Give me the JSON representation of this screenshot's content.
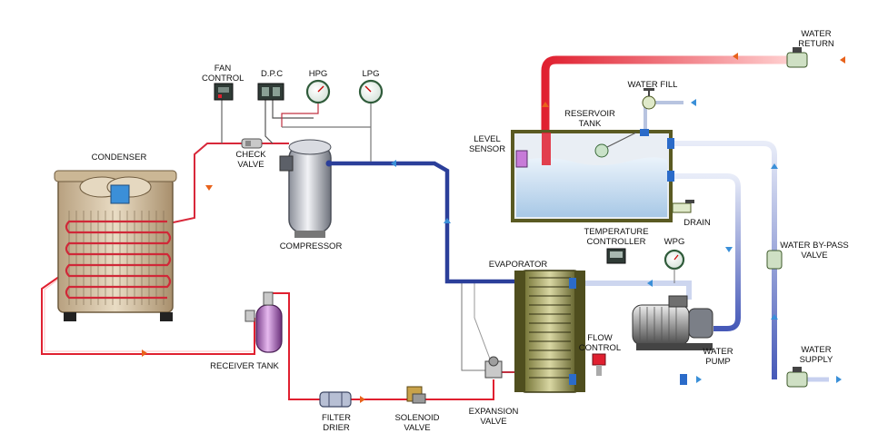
{
  "labels": {
    "fan_control": [
      "FAN",
      "CONTROL"
    ],
    "dpc": "D.P.C",
    "hpg": "HPG",
    "lpg": "LPG",
    "condenser": "CONDENSER",
    "check_valve": [
      "CHECK",
      "VALVE"
    ],
    "compressor": "COMPRESSOR",
    "receiver_tank": "RECEIVER TANK",
    "filter_drier": [
      "FILTER",
      "DRIER"
    ],
    "solenoid_valve": [
      "SOLENOID",
      "VALVE"
    ],
    "expansion_valve": [
      "EXPANSION",
      "VALVE"
    ],
    "evaporator": "EVAPORATOR",
    "temperature_controller": [
      "TEMPERATURE",
      "CONTROLLER"
    ],
    "wpg": "WPG",
    "flow_control": [
      "FLOW",
      "CONTROL"
    ],
    "water_pump": [
      "WATER",
      "PUMP"
    ],
    "water_supply": [
      "WATER",
      "SUPPLY"
    ],
    "water_bypass_valve": [
      "WATER BY-PASS",
      "VALVE"
    ],
    "water_return": [
      "WATER",
      "RETURN"
    ],
    "water_fill": "WATER FILL",
    "reservoir_tank": [
      "RESERVOIR",
      "TANK"
    ],
    "level_sensor": [
      "LEVEL",
      "SENSOR"
    ],
    "drain": "DRAIN"
  },
  "colors": {
    "hot_line": "#d8283a",
    "cold_line": "#2b3f9a",
    "water_blue": "#c9dcef",
    "tank_frame": "#6b6a2c",
    "arrow_orange": "#e8621b",
    "arrow_blue": "#3a8fd8"
  }
}
